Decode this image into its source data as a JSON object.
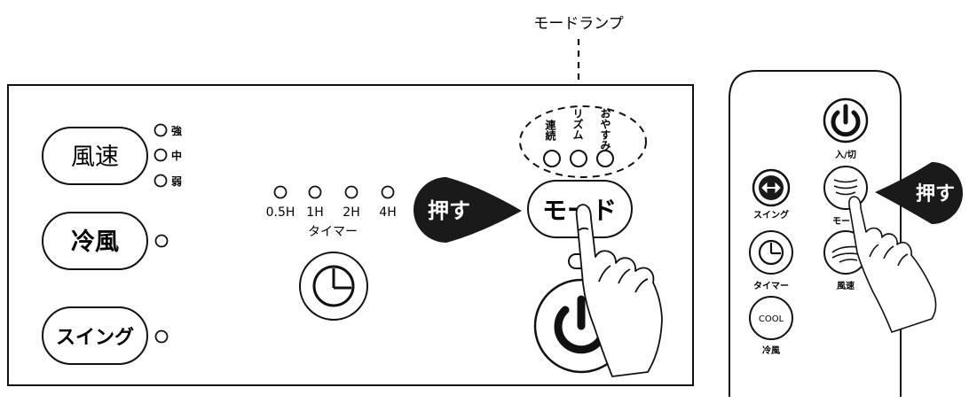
{
  "callout": {
    "mode_lamp_label": "モードランプ"
  },
  "panel": {
    "fan_speed_button": "風速",
    "fan_speed_levels": [
      "強",
      "中",
      "弱"
    ],
    "cool_button": "冷風",
    "swing_button": "スイング",
    "timer_options": [
      "0.5H",
      "1H",
      "2H",
      "4H"
    ],
    "timer_label": "タイマー",
    "mode_lamps": [
      "連続",
      "リズム",
      "おやすみ"
    ],
    "mode_button": "モード",
    "push_badge": "押す"
  },
  "remote": {
    "power_label": "入/切",
    "swing_label": "スイング",
    "mode_label": "モード",
    "timer_label": "タイマー",
    "fan_speed_label": "風速",
    "cool_icon_text": "COOL",
    "cool_label": "冷風",
    "push_badge": "押す"
  },
  "colors": {
    "ink": "#111111",
    "badge": "#1a1a1a",
    "background": "#ffffff"
  }
}
